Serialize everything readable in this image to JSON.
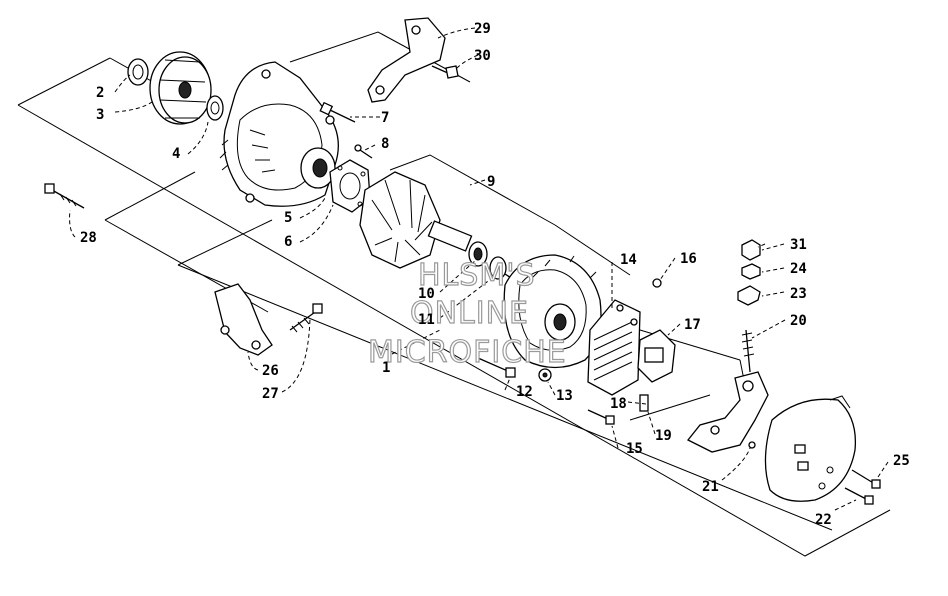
{
  "diagram": {
    "callouts": [
      "1",
      "2",
      "3",
      "4",
      "5",
      "6",
      "7",
      "8",
      "9",
      "10",
      "11",
      "12",
      "13",
      "14",
      "15",
      "16",
      "17",
      "18",
      "19",
      "20",
      "21",
      "22",
      "23",
      "24",
      "25",
      "26",
      "27",
      "28",
      "29",
      "30",
      "31"
    ]
  },
  "watermark": {
    "line1": "HLSM'S",
    "line2": "ONLINE",
    "line3": "MICROFICHE"
  }
}
